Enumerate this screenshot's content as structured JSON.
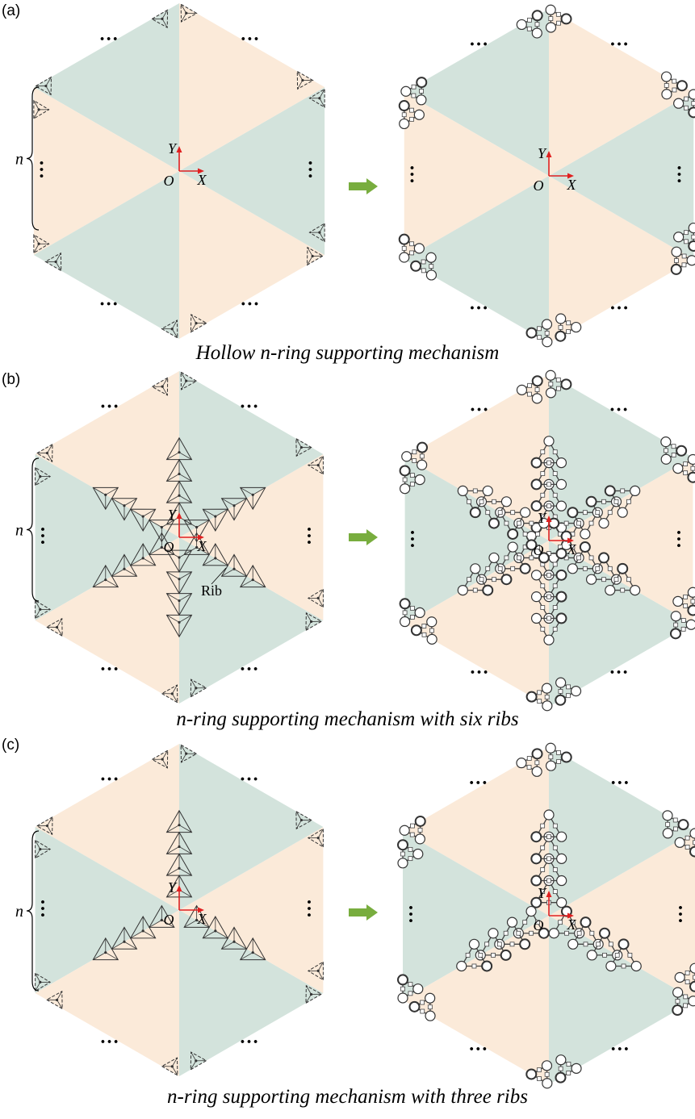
{
  "panels": [
    {
      "id": "a",
      "label": "(a)",
      "caption": "Hollow n-ring supporting mechanism",
      "ribs": 0
    },
    {
      "id": "b",
      "label": "(b)",
      "caption": "n-ring supporting mechanism with six ribs",
      "ribs": 6,
      "rib_label": "Rib"
    },
    {
      "id": "c",
      "label": "(c)",
      "caption": "n-ring supporting mechanism with three ribs",
      "ribs": 3
    }
  ],
  "axis": {
    "x": "X",
    "y": "Y",
    "origin": "O"
  },
  "ring_count_label": "n",
  "ellipsis": "…",
  "colors": {
    "teal": "#d3e3dc",
    "cream": "#fbead9",
    "axis_arrow": "#e02020",
    "transform_arrow": "#78ad3e",
    "line": "#333333"
  }
}
